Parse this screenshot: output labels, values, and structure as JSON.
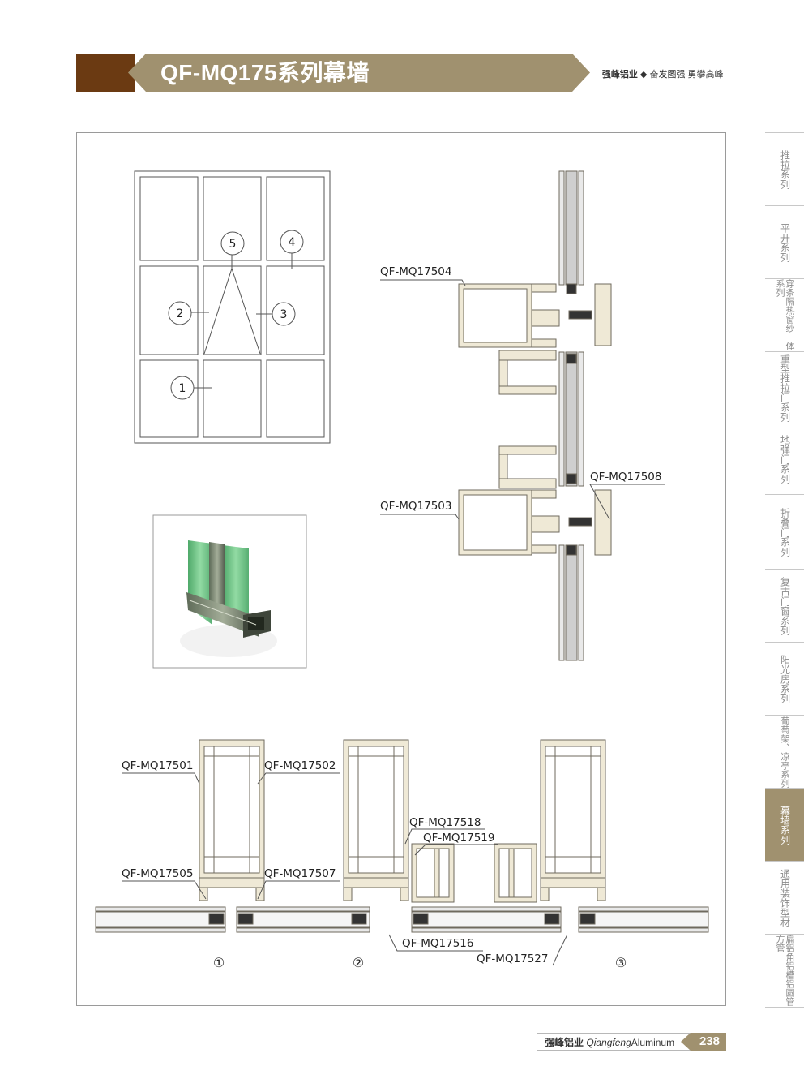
{
  "header": {
    "title": "QF-MQ175系列幕墙",
    "slogan_brand": "强峰铝业",
    "slogan_text": "奋发图强 勇攀高峰",
    "slogan_bullet": "◆"
  },
  "elevation": {
    "markers": [
      "1",
      "2",
      "3",
      "4",
      "5"
    ]
  },
  "profile_labels": {
    "p04": "QF-MQ17504",
    "p03": "QF-MQ17503",
    "p08": "QF-MQ17508",
    "p01": "QF-MQ17501",
    "p02": "QF-MQ17502",
    "p05": "QF-MQ17505",
    "p07": "QF-MQ17507",
    "p18": "QF-MQ17518",
    "p19": "QF-MQ17519",
    "p16": "QF-MQ17516",
    "p27": "QF-MQ17527"
  },
  "section_markers": [
    "①",
    "②",
    "③"
  ],
  "sidebar": {
    "tabs": [
      {
        "label": "推拉系列",
        "active": false
      },
      {
        "label": "平开系列",
        "active": false
      },
      {
        "label": "穿条隔热窗纱一体系列",
        "active": false
      },
      {
        "label": "重型推拉门系列",
        "active": false
      },
      {
        "label": "地弹门系列",
        "active": false
      },
      {
        "label": "折叠门系列",
        "active": false
      },
      {
        "label": "复古门窗系列",
        "active": false
      },
      {
        "label": "阳光房系列",
        "active": false
      },
      {
        "label": "葡萄架、凉亭系列",
        "active": false
      },
      {
        "label": "幕墙系列",
        "active": true
      },
      {
        "label": "通用装饰型材",
        "active": false
      },
      {
        "label": "扁铝角铝槽铝圆管方管",
        "active": false
      }
    ]
  },
  "footer": {
    "brand_cn": "强峰铝业",
    "brand_en_1": "Qiangfeng",
    "brand_en_2": "Aluminum",
    "page_number": "238"
  },
  "colors": {
    "brown": "#6b3a12",
    "gold": "#a0916f",
    "profile_fill": "#efe9d6",
    "profile_stroke": "#6f6a5e",
    "glass_green": "#4caf6a"
  }
}
